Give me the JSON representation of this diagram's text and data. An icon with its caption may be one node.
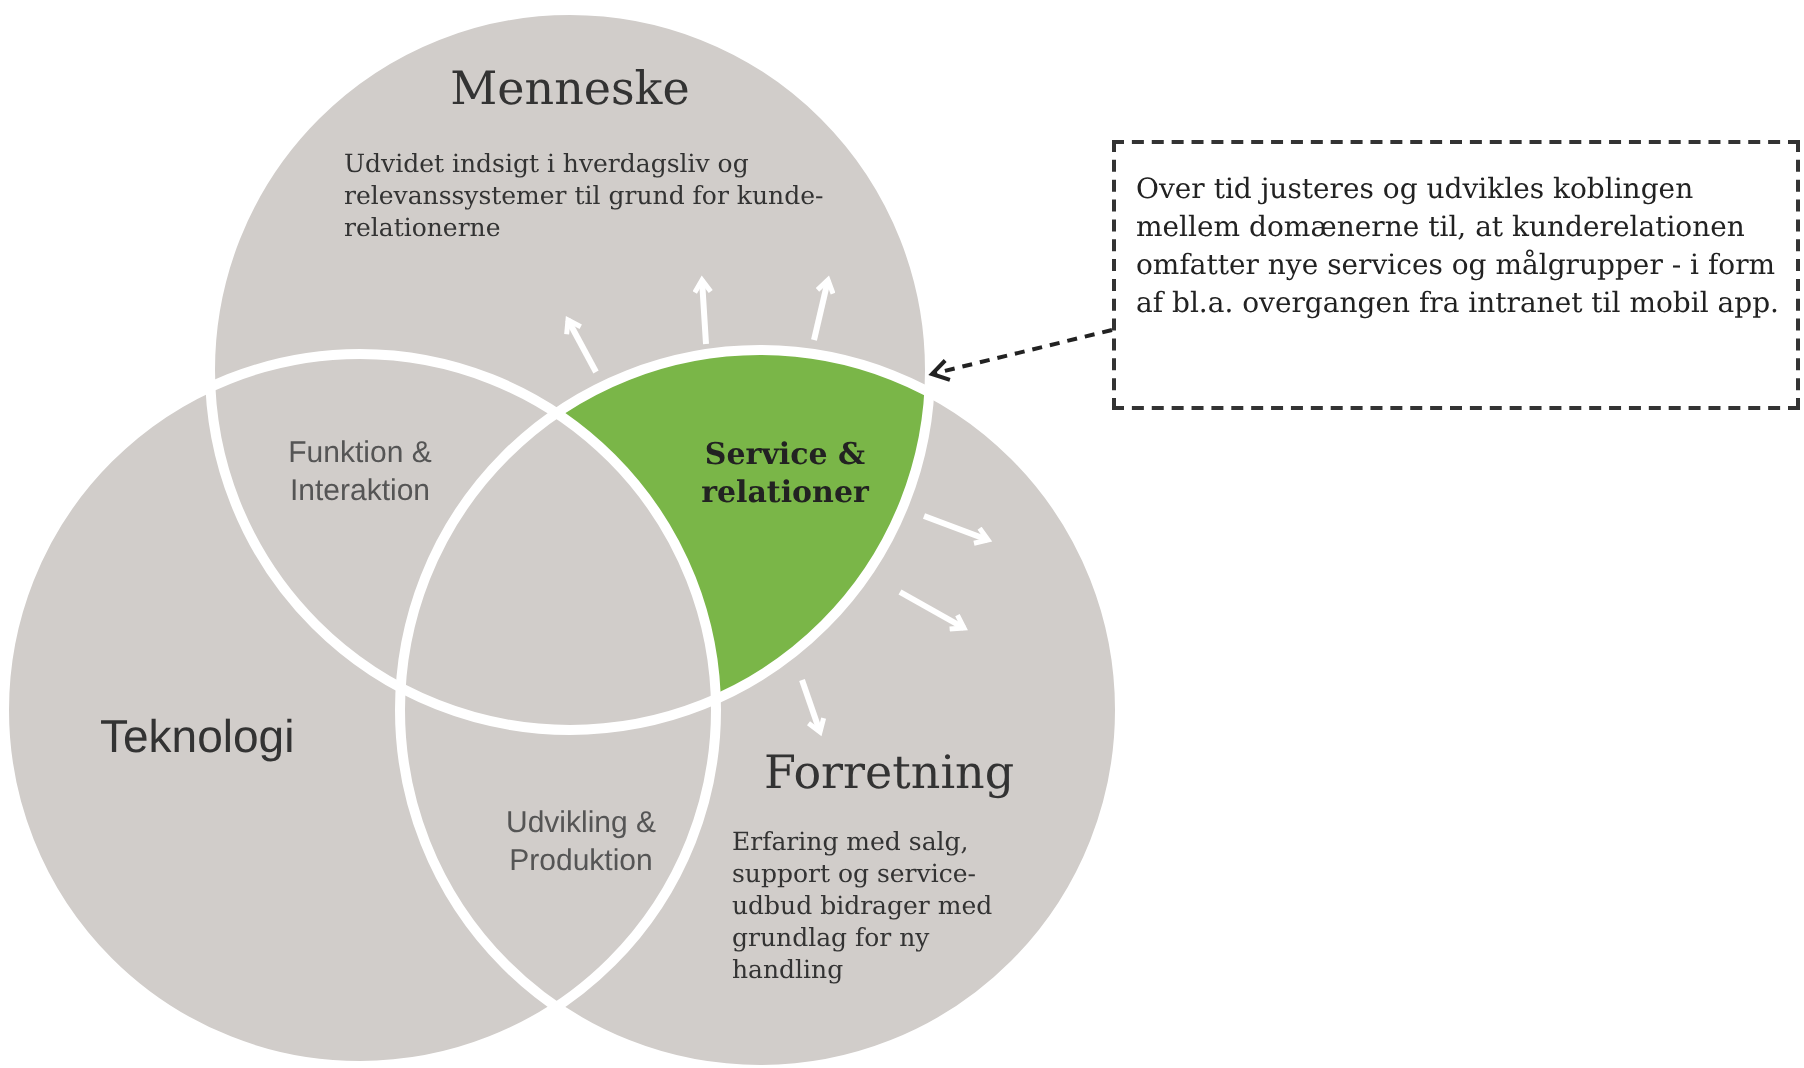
{
  "diagram": {
    "nodes": [
      {
        "text": [
          "Menneske",
          "Udvidet indsigt i hverdagsliv og relevanssystemer til grund for kunde-relationerne"
        ]
      },
      {
        "text": [
          "Teknologi"
        ]
      },
      {
        "text": [
          "Forretning",
          "Erfaring med salg, support og service-udbud bidrager med grundlag for ny handling"
        ]
      },
      {
        "text": [
          "Funktion & Interaktion"
        ]
      },
      {
        "text": [
          "Service & relationer"
        ]
      },
      {
        "text": [
          "Udvikling & Produktion"
        ]
      },
      {
        "text": [
          "Over tid justeres og udvikles koblingen mellem domænerne til, at kunderelationen omfatter nye services og målgrupper - i form af bl.a. overgangen fra intranet til mobil app."
        ]
      }
    ],
    "edges": [
      {
        "from": 6,
        "to": 4,
        "arrow": "to",
        "style": "dashed"
      }
    ]
  }
}
